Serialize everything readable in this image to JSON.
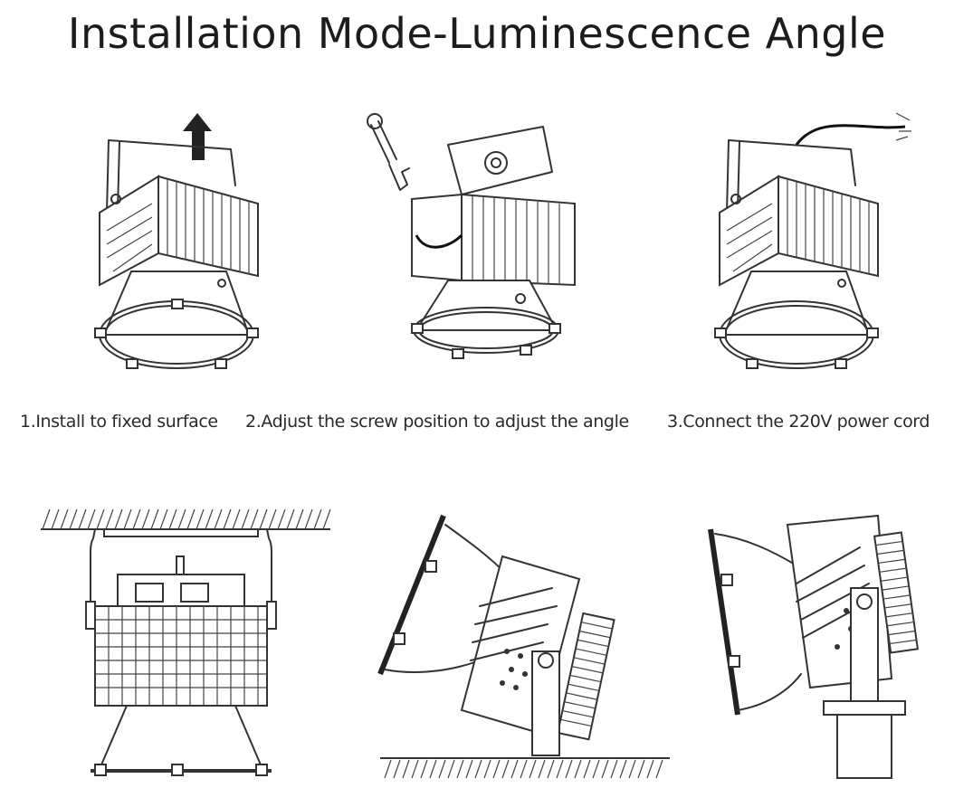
{
  "title": "Installation Mode-Luminescence Angle",
  "steps": [
    {
      "label": "1.Install to fixed surface"
    },
    {
      "label": "2.Adjust the screw position to adjust the angle"
    },
    {
      "label": "3.Connect the 220V power cord"
    }
  ]
}
